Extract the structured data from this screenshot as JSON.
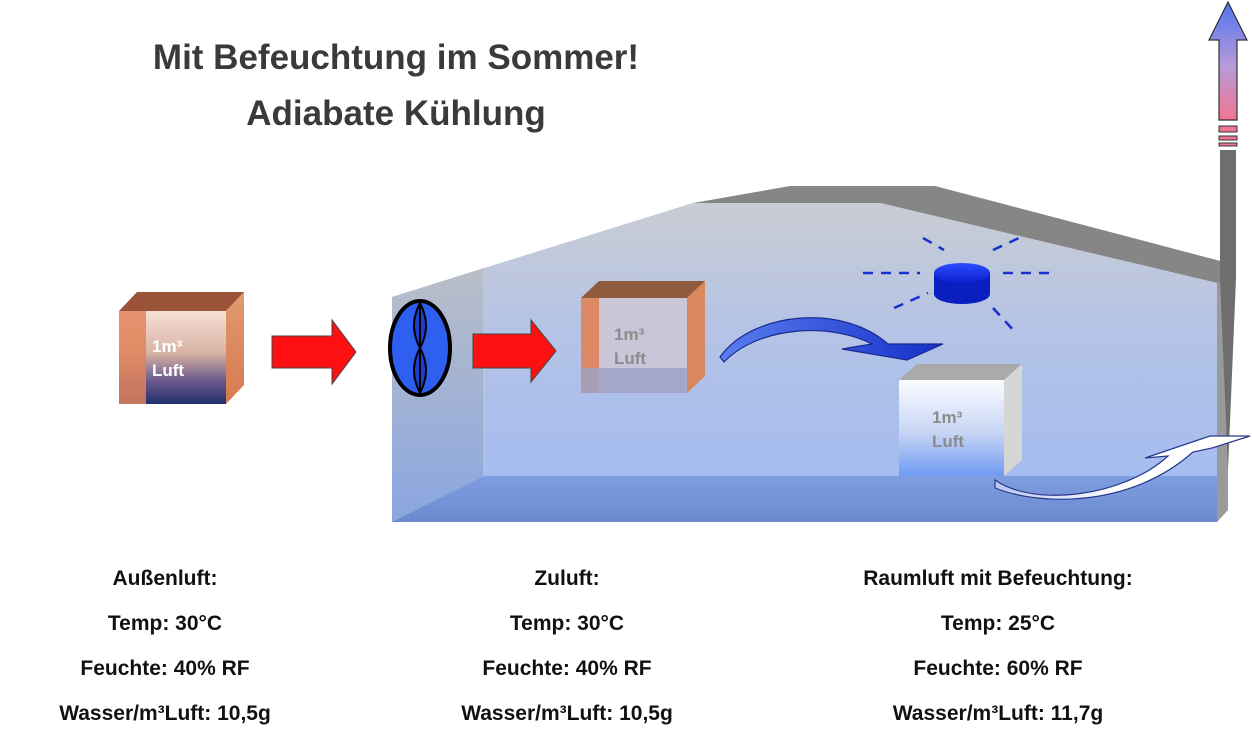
{
  "title": {
    "line1": "Mit Befeuchtung im Sommer!",
    "line2": "Adiabate Kühlung"
  },
  "cubes": [
    {
      "line1": "1m³",
      "line2": "Luft"
    },
    {
      "line1": "1m³",
      "line2": "Luft"
    },
    {
      "line1": "1m³",
      "line2": "Luft"
    }
  ],
  "columns": [
    {
      "heading": "Außenluft:",
      "temp": "Temp:  30°C",
      "humidity": "Feuchte:  40%  RF",
      "water": "Wasser/m³Luft:  10,5g"
    },
    {
      "heading": "Zuluft:",
      "temp": "Temp:  30°C",
      "humidity": "Feuchte:  40%  RF",
      "water": "Wasser/m³Luft:  10,5g"
    },
    {
      "heading": "Raumluft mit Befeuchtung:",
      "temp": "Temp:  25°C",
      "humidity": "Feuchte:  60%  RF",
      "water": "Wasser/m³Luft:  11,7g"
    }
  ],
  "icons": {
    "fan": "fan-icon",
    "humidifier": "humidifier-icon",
    "exhaust": "exhaust-arrow-icon",
    "flow": "air-flow-arrow-icon"
  },
  "colors": {
    "warm_air": "#e0845a",
    "cold_air": "#22306e",
    "room_fill": "#a8bfef",
    "room_wall": "#bcc1cc",
    "roof": "#8a8a8a",
    "arrow_red": "#ff1010",
    "fan_blue": "#2f5ff0",
    "humidifier_blue": "#0a1fd0"
  }
}
